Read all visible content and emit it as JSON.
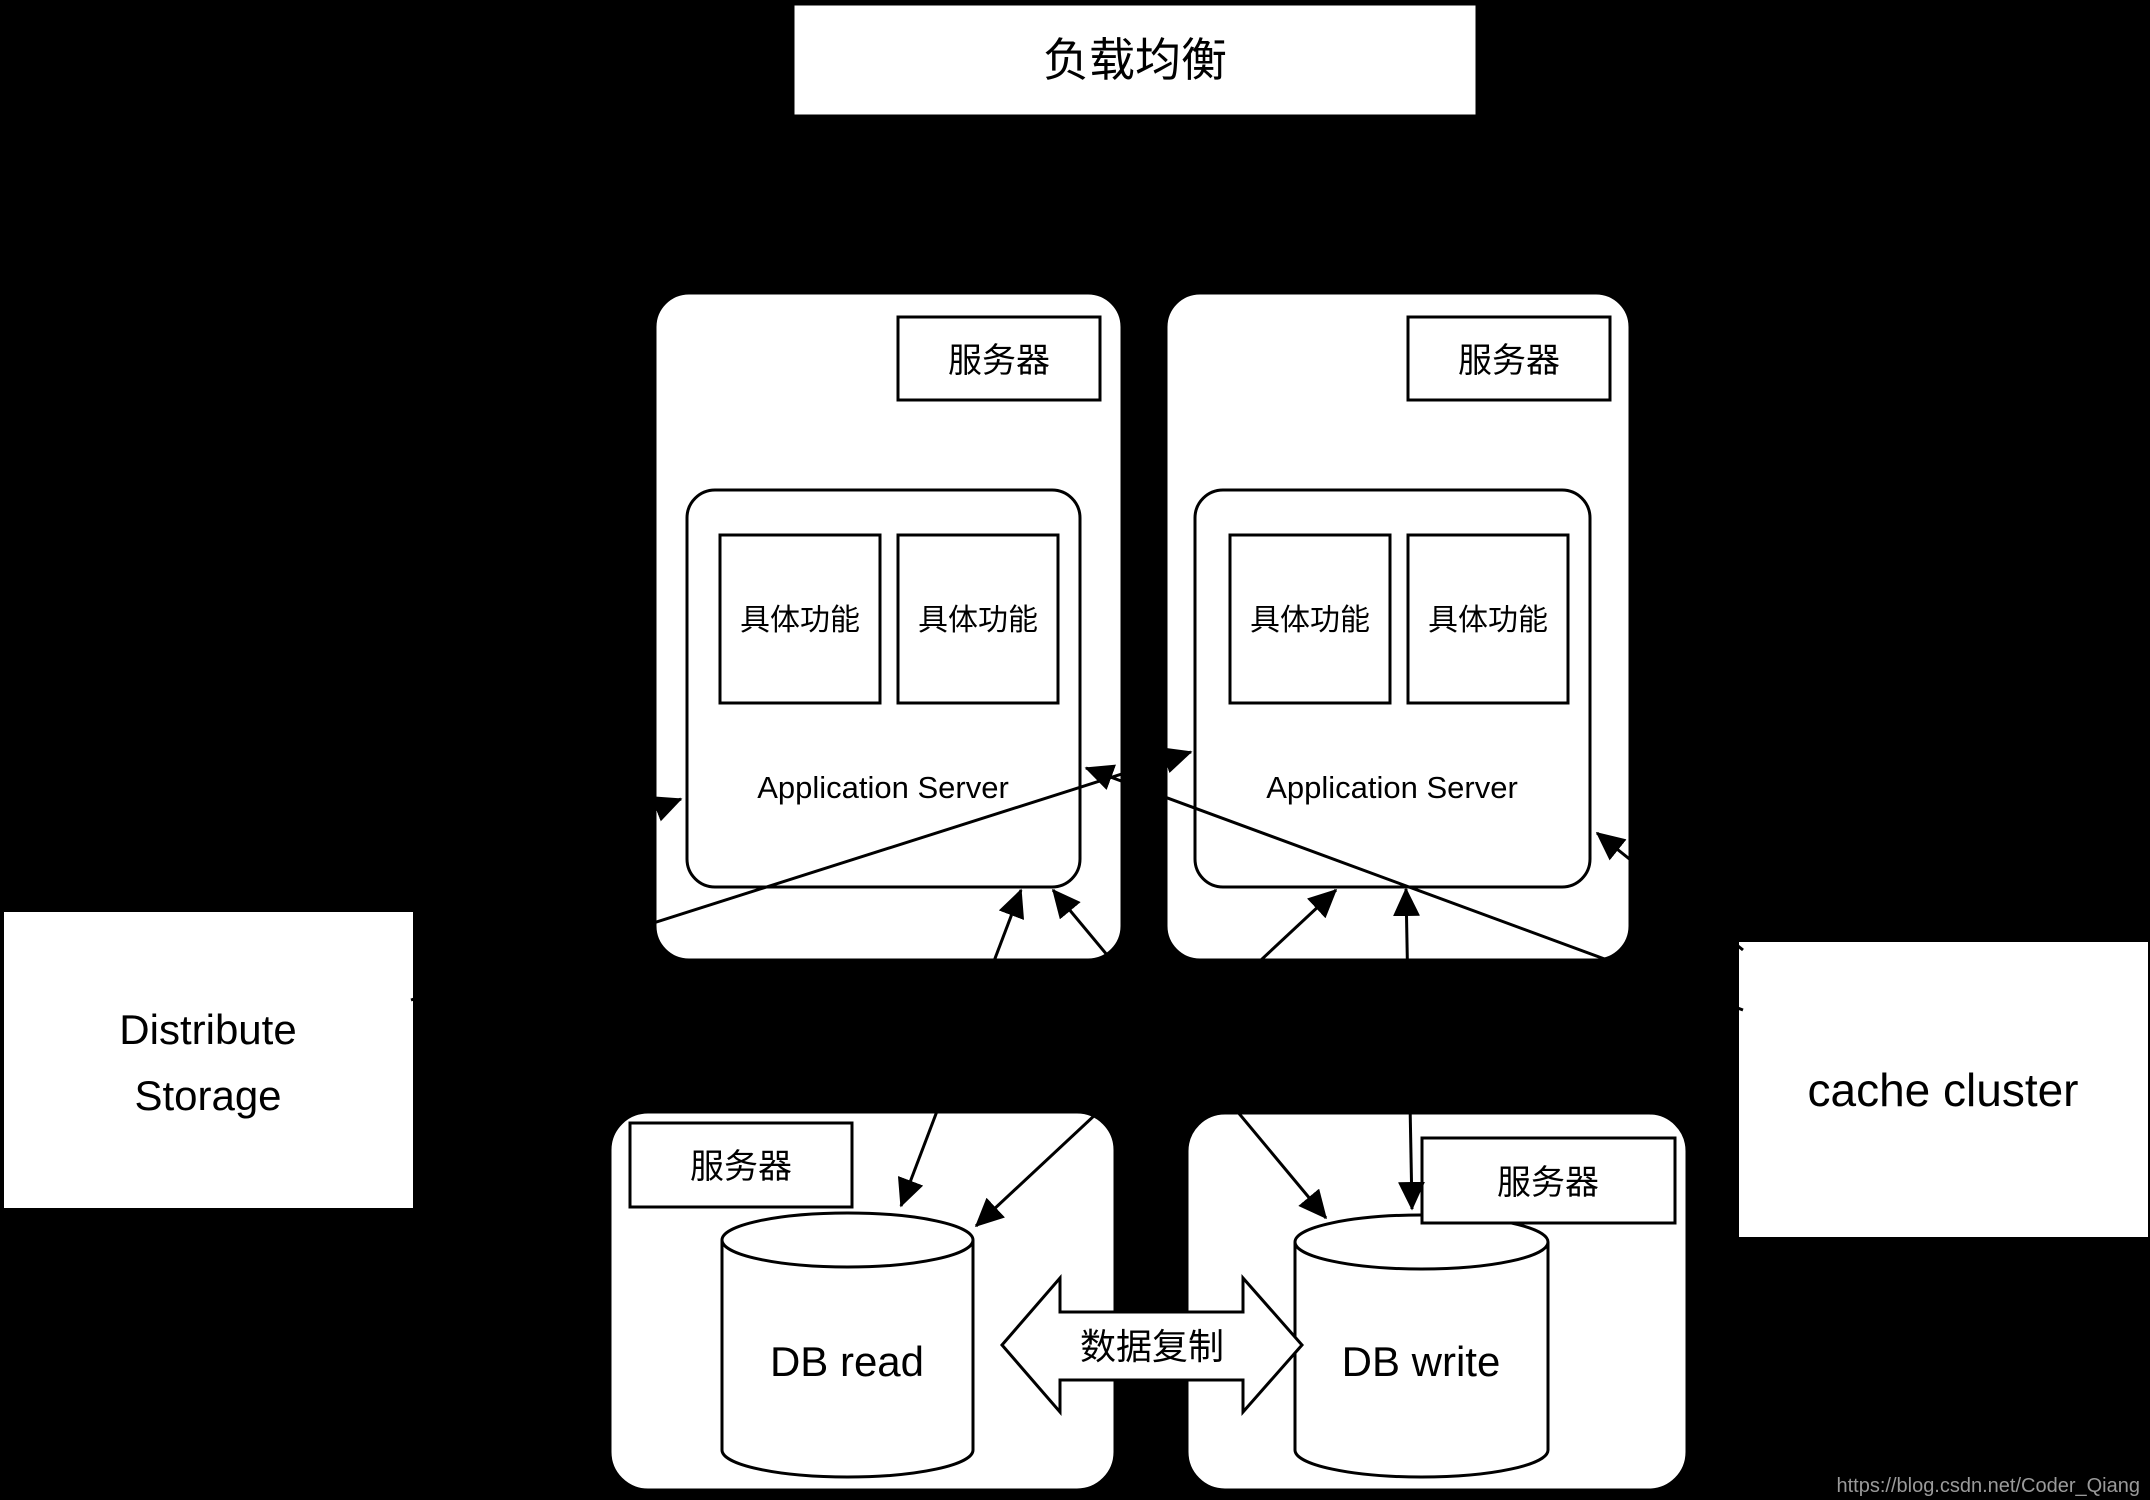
{
  "diagram": {
    "title": "负载均衡",
    "colors": {
      "background": "#000000",
      "shape_fill": "#ffffff",
      "line": "#000000",
      "watermark_text": "#9a9a9a"
    },
    "server_left": {
      "label": "服务器",
      "functions": [
        "具体功能",
        "具体功能"
      ],
      "app_server": "Application Server"
    },
    "server_right": {
      "label": "服务器",
      "functions": [
        "具体功能",
        "具体功能"
      ],
      "app_server": "Application Server"
    },
    "storage": {
      "line1": "Distribute",
      "line2": "Storage"
    },
    "cache": {
      "label": "cache cluster"
    },
    "db_read": {
      "server_label": "服务器",
      "db_label": "DB read"
    },
    "db_write": {
      "server_label": "服务器",
      "db_label": "DB write"
    },
    "replication": {
      "label": "数据复制"
    },
    "watermark": "https://blog.csdn.net/Coder_Qiang"
  }
}
